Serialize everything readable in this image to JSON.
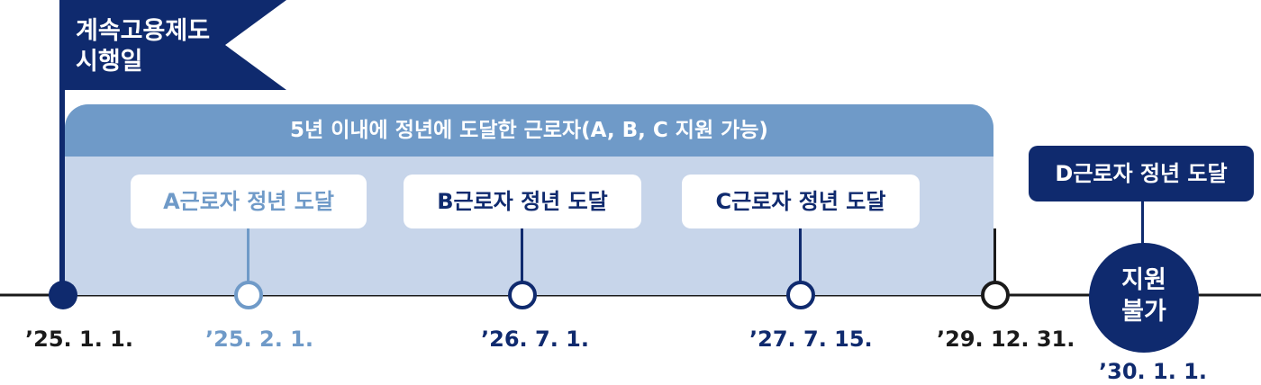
{
  "flag": {
    "line1": "계속고용제도",
    "line2": "시행일"
  },
  "range": {
    "title": "5년 이내에 정년에 도달한 근로자(A, B, C 지원 가능)"
  },
  "cards": {
    "a": "A근로자 정년 도달",
    "b": "B근로자 정년 도달",
    "c": "C근로자 정년 도달",
    "d": "D근로자 정년 도달"
  },
  "dates": {
    "start": "’25. 1. 1.",
    "a": "’25. 2. 1.",
    "b": "’26. 7. 1.",
    "c": "’27. 7. 15.",
    "end": "’29. 12. 31.",
    "d": "’30. 1. 1."
  },
  "notice": {
    "line1": "지원",
    "line2": "불가"
  },
  "colors": {
    "navy": "#0f2a6e",
    "light_blue": "#6f9ac8",
    "pale_blue": "#c7d5ea",
    "black": "#1a1a1a",
    "white": "#ffffff"
  }
}
